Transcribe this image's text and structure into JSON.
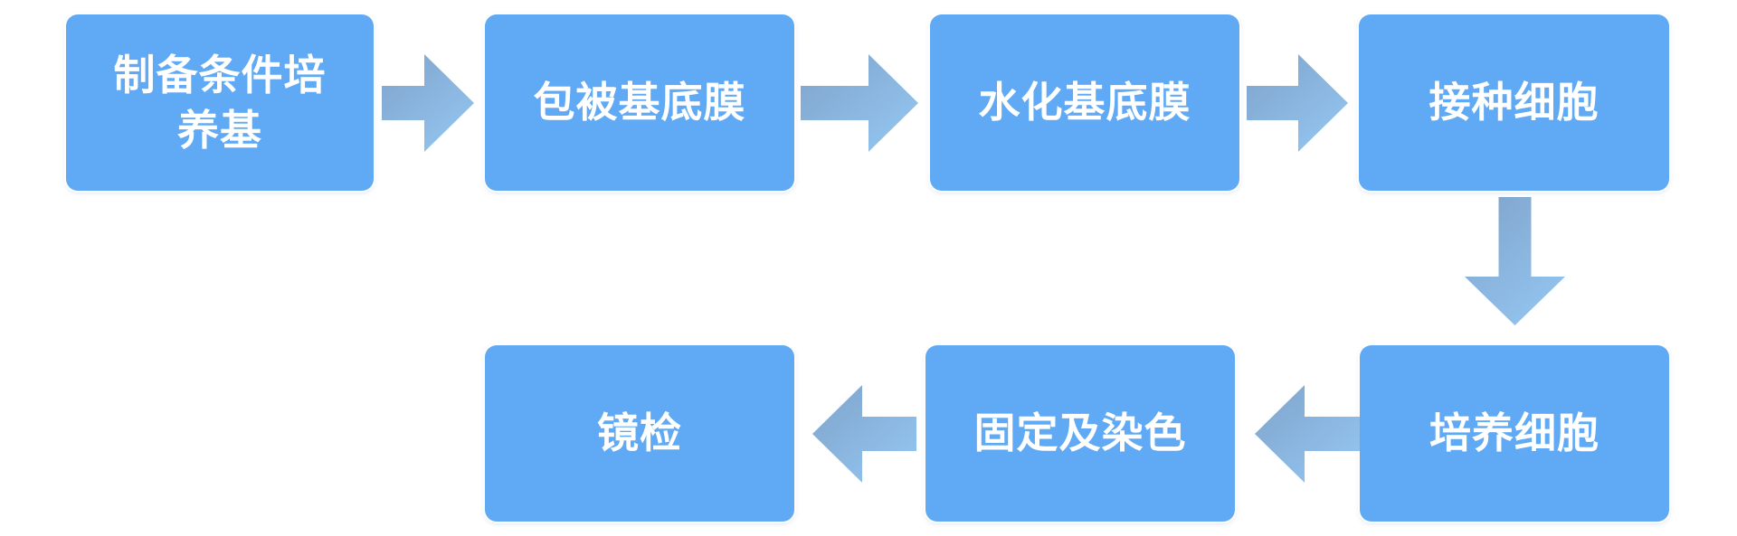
{
  "theme": {
    "background": "#ffffff",
    "node_fill": "#60a9f5",
    "node_text_color": "#ffffff",
    "arrow_gradient_from": "#7fa3ca",
    "arrow_gradient_to": "#95c8f4"
  },
  "diagram": {
    "type": "flowchart",
    "nodes": [
      {
        "id": "step1",
        "label": "制备条件培养基"
      },
      {
        "id": "step2",
        "label": "包被基底膜"
      },
      {
        "id": "step3",
        "label": "水化基底膜"
      },
      {
        "id": "step4",
        "label": "接种细胞"
      },
      {
        "id": "step5",
        "label": "培养细胞"
      },
      {
        "id": "step6",
        "label": "固定及染色"
      },
      {
        "id": "step7",
        "label": "镜检"
      }
    ],
    "connectors": [
      {
        "from": "制备条件培养基",
        "to": "包被基底膜",
        "direction": "right"
      },
      {
        "from": "包被基底膜",
        "to": "水化基底膜",
        "direction": "right"
      },
      {
        "from": "水化基底膜",
        "to": "接种细胞",
        "direction": "right"
      },
      {
        "from": "接种细胞",
        "to": "培养细胞",
        "direction": "down"
      },
      {
        "from": "培养细胞",
        "to": "固定及染色",
        "direction": "left"
      },
      {
        "from": "固定及染色",
        "to": "镜检",
        "direction": "left"
      }
    ]
  }
}
